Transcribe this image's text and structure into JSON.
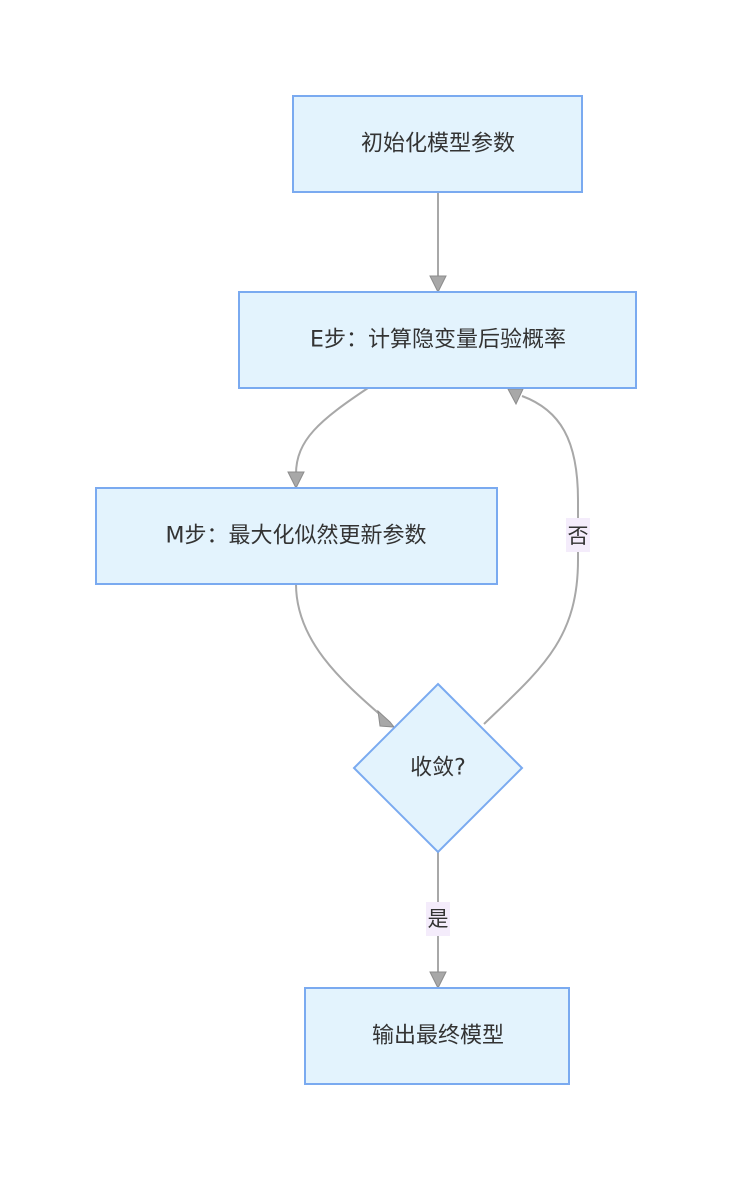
{
  "nodes": {
    "init": {
      "label": "初始化模型参数"
    },
    "e_step": {
      "label": "E步：计算隐变量后验概率"
    },
    "m_step": {
      "label": "M步：最大化似然更新参数"
    },
    "converge": {
      "label": "收敛?"
    },
    "output": {
      "label": "输出最终模型"
    }
  },
  "edges": {
    "no": {
      "label": "否"
    },
    "yes": {
      "label": "是"
    }
  },
  "colors": {
    "node_fill": "#e3f3fd",
    "node_stroke": "#7aaaf0",
    "edge_stroke": "#a8a8a8",
    "edge_label_bg": "#f4ecfb",
    "text": "#333333"
  }
}
